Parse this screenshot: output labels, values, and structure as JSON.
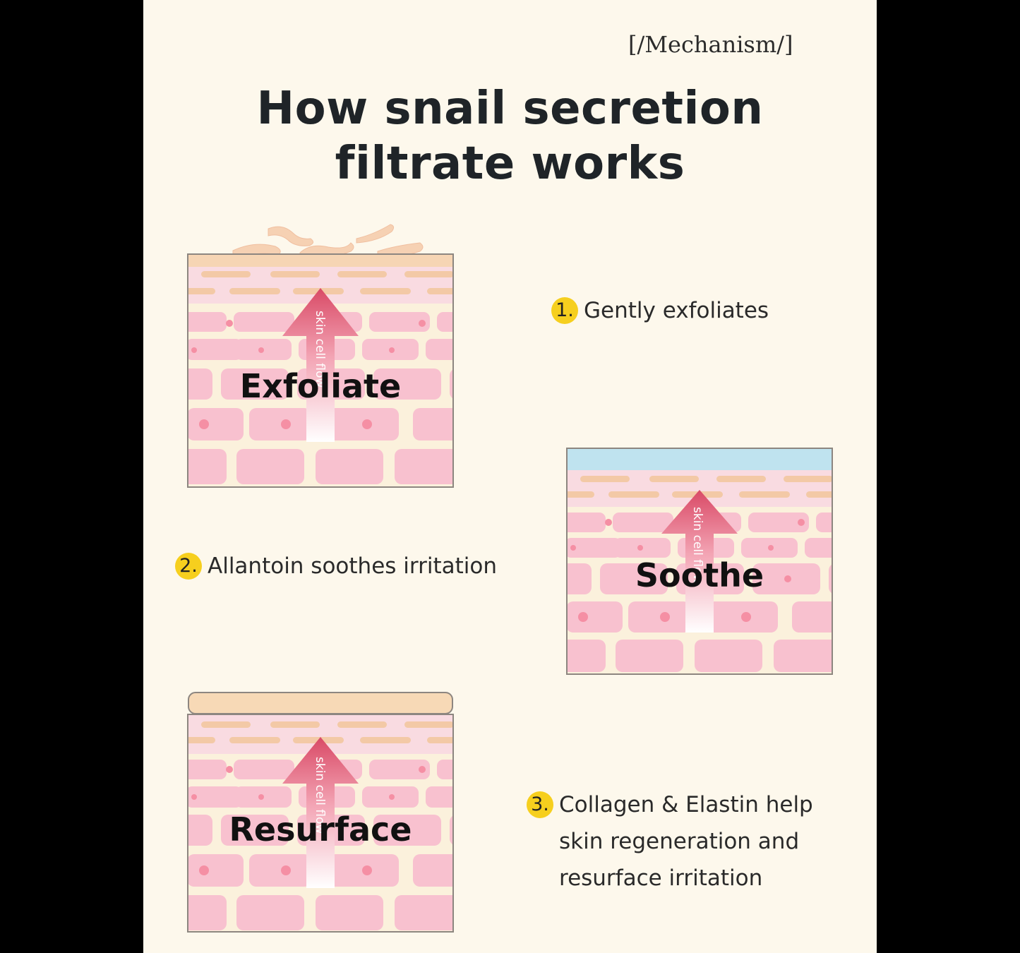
{
  "header": {
    "tag": "[/Mechanism/]",
    "title_line1": "How snail secretion",
    "title_line2": "filtrate works"
  },
  "steps": [
    {
      "number": "1.",
      "text": [
        "Gently exfoliates"
      ]
    },
    {
      "number": "2.",
      "text": [
        "Allantoin soothes irritation"
      ]
    },
    {
      "number": "3.",
      "text": [
        "Collagen & Elastin help",
        "skin regeneration and",
        "resurface irritation"
      ]
    }
  ],
  "diagrams": [
    {
      "label": "Exfoliate",
      "arrow_text": "skin cell flow",
      "top_layer": "flakes"
    },
    {
      "label": "Soothe",
      "arrow_text": "skin cell flow",
      "top_layer": "blue-film"
    },
    {
      "label": "Resurface",
      "arrow_text": "skin cell flow",
      "top_layer": "smooth-layer"
    }
  ],
  "colors": {
    "background": "#fdf8ec",
    "frame": "#000000",
    "badge": "#f6cf1e",
    "cell": "#f8c1cf",
    "cell_nucleus": "#f58fa4",
    "band": "#f3c9a6",
    "arrow": "#d94a66",
    "soothe_film": "#bfe3ef",
    "resurface_layer": "#f7d9b6"
  }
}
